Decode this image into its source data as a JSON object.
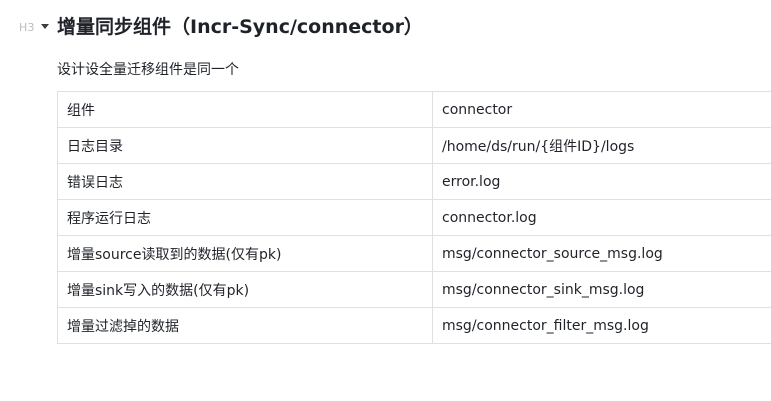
{
  "heading": {
    "level_label": "H3",
    "title": "增量同步组件（Incr-Sync/connector）"
  },
  "paragraph": "设计设全量迁移组件是同一个",
  "table": {
    "rows": [
      {
        "key": "组件",
        "value": "connector"
      },
      {
        "key": "日志目录",
        "value": "/home/ds/run/{组件ID}/logs"
      },
      {
        "key": "错误日志",
        "value": "error.log"
      },
      {
        "key": "程序运行日志",
        "value": "connector.log"
      },
      {
        "key": "增量source读取到的数据(仅有pk)",
        "value": "msg/connector_source_msg.log"
      },
      {
        "key": "增量sink写入的数据(仅有pk)",
        "value": "msg/connector_sink_msg.log"
      },
      {
        "key": "增量过滤掉的数据",
        "value": "msg/connector_filter_msg.log"
      }
    ]
  }
}
